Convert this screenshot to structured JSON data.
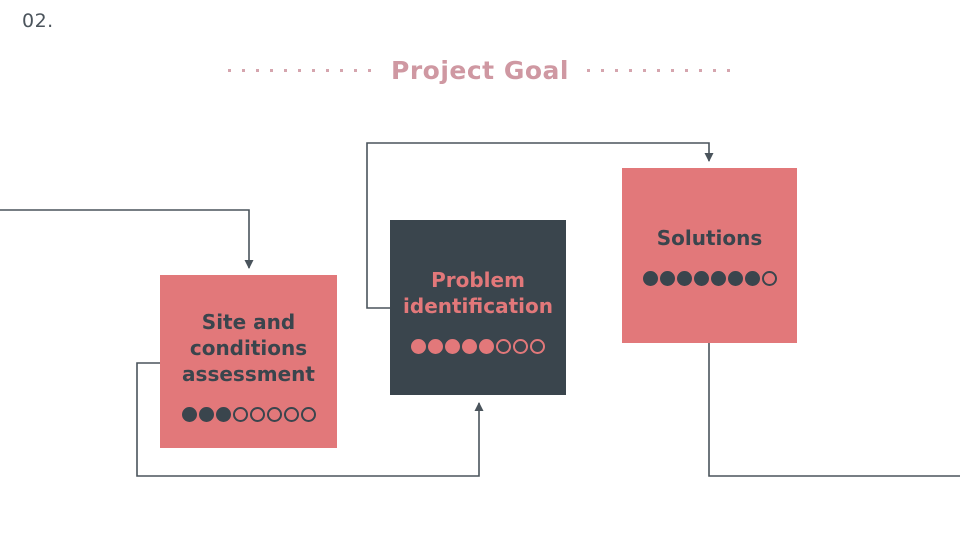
{
  "slide": {
    "page_number": "02.",
    "title": "Project Goal"
  },
  "steps": [
    {
      "label": "Site and conditions assessment",
      "dots_filled": 3,
      "dots_total": 8,
      "theme": "salmon"
    },
    {
      "label": "Problem identification",
      "dots_filled": 5,
      "dots_total": 8,
      "theme": "dark"
    },
    {
      "label": "Solutions",
      "dots_filled": 7,
      "dots_total": 8,
      "theme": "salmon"
    }
  ],
  "colors": {
    "salmon": "#e2787a",
    "dark_slate": "#3a454d",
    "title_pink": "#cf98a2",
    "connector": "#4a545c",
    "dotline_pink": "#d5a5ae"
  }
}
